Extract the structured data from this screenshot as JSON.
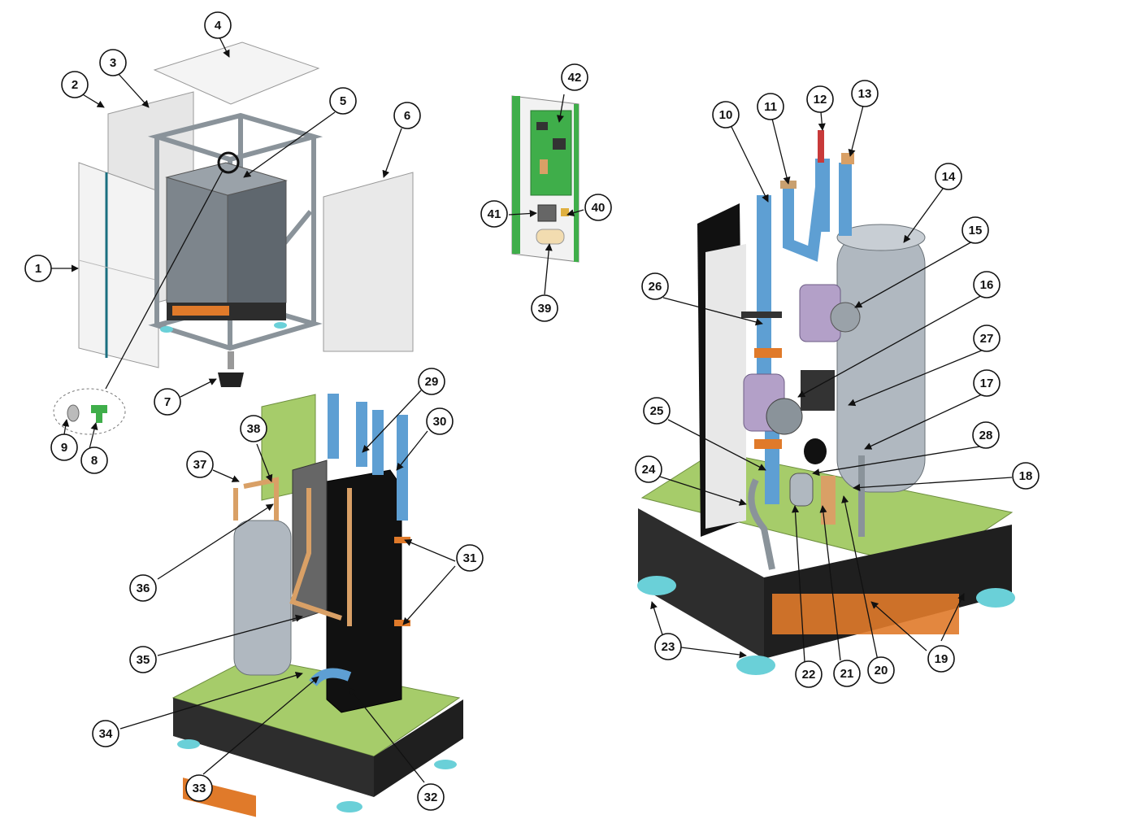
{
  "callouts": [
    {
      "id": "1",
      "label": "1"
    },
    {
      "id": "2",
      "label": "2"
    },
    {
      "id": "3",
      "label": "3"
    },
    {
      "id": "4",
      "label": "4"
    },
    {
      "id": "5",
      "label": "5"
    },
    {
      "id": "6",
      "label": "6"
    },
    {
      "id": "7",
      "label": "7"
    },
    {
      "id": "8",
      "label": "8"
    },
    {
      "id": "9",
      "label": "9"
    },
    {
      "id": "10",
      "label": "10"
    },
    {
      "id": "11",
      "label": "11"
    },
    {
      "id": "12",
      "label": "12"
    },
    {
      "id": "13",
      "label": "13"
    },
    {
      "id": "14",
      "label": "14"
    },
    {
      "id": "15",
      "label": "15"
    },
    {
      "id": "16",
      "label": "16"
    },
    {
      "id": "17",
      "label": "17"
    },
    {
      "id": "18",
      "label": "18"
    },
    {
      "id": "19",
      "label": "19"
    },
    {
      "id": "20",
      "label": "20"
    },
    {
      "id": "21",
      "label": "21"
    },
    {
      "id": "22",
      "label": "22"
    },
    {
      "id": "23",
      "label": "23"
    },
    {
      "id": "24",
      "label": "24"
    },
    {
      "id": "25",
      "label": "25"
    },
    {
      "id": "26",
      "label": "26"
    },
    {
      "id": "27",
      "label": "27"
    },
    {
      "id": "28",
      "label": "28"
    },
    {
      "id": "29",
      "label": "29"
    },
    {
      "id": "30",
      "label": "30"
    },
    {
      "id": "31",
      "label": "31"
    },
    {
      "id": "32",
      "label": "32"
    },
    {
      "id": "33",
      "label": "33"
    },
    {
      "id": "34",
      "label": "34"
    },
    {
      "id": "35",
      "label": "35"
    },
    {
      "id": "36",
      "label": "36"
    },
    {
      "id": "37",
      "label": "37"
    },
    {
      "id": "38",
      "label": "38"
    },
    {
      "id": "39",
      "label": "39"
    },
    {
      "id": "40",
      "label": "40"
    },
    {
      "id": "41",
      "label": "41"
    },
    {
      "id": "42",
      "label": "42"
    }
  ],
  "colors": {
    "panel": "#eeeeee",
    "frame": "#8a939a",
    "pipe": "#5e9fd3",
    "pipeDark": "#3d7fb8",
    "copper": "#d9a066",
    "insulationGreen": "#a6cc6a",
    "baseBlack": "#2d2d2d",
    "orange": "#e07a2a",
    "tealFeet": "#6ad0d8",
    "pcbGreen": "#3fae4a",
    "pumpPurple": "#b3a0c8",
    "compressorGray": "#b0b8c0",
    "heatExchangerBlack": "#111111"
  }
}
